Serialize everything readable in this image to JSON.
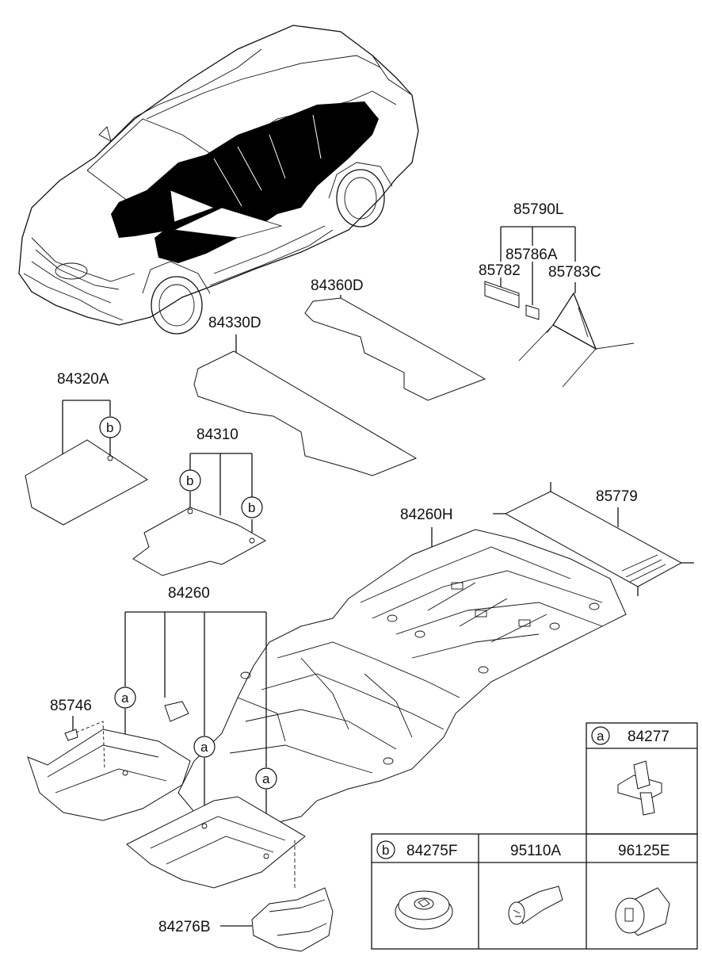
{
  "labels": {
    "p85790L": "85790L",
    "p85786A": "85786A",
    "p85782": "85782",
    "p85783C": "85783C",
    "p84360D": "84360D",
    "p84330D": "84330D",
    "p84320A": "84320A",
    "p84310": "84310",
    "p84260H": "84260H",
    "p85779": "85779",
    "p84260": "84260",
    "p85746": "85746",
    "p84276B": "84276B"
  },
  "callouts": {
    "a": "a",
    "b": "b"
  },
  "legend": {
    "a_part": "84277",
    "b_part": "84275F",
    "col2": "95110A",
    "col3": "96125E"
  }
}
